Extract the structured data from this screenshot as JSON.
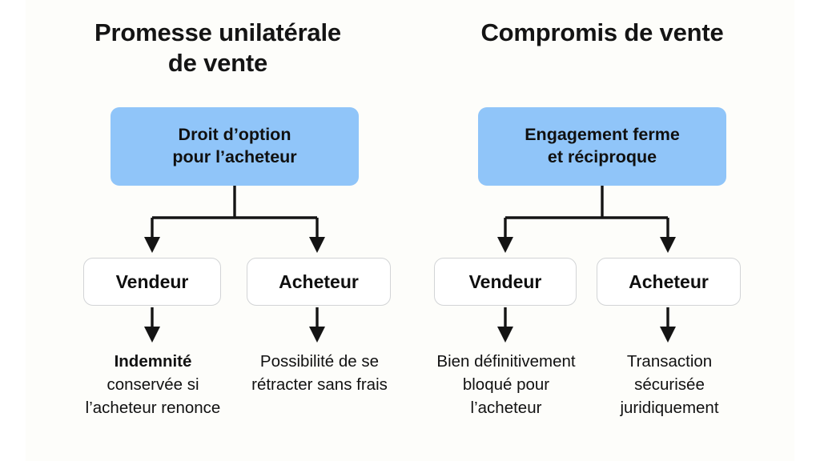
{
  "canvas": {
    "background": "#ffffff",
    "board_background": "#fdfdfa",
    "accent_blue": "#90c5f9",
    "line_color": "#141414",
    "box_border": "#d2d4d6",
    "text_color": "#111111"
  },
  "columns": [
    {
      "id": "promesse-unilaterale",
      "title": "Promesse unilatérale\nde vente",
      "title_line1": "Promesse unilatérale",
      "title_line2": "de vente",
      "root": {
        "label": "Droit d’option\npour l’acheteur",
        "line1": "Droit d’option",
        "line2": "pour l’acheteur",
        "fill": "#90c5f9"
      },
      "branches": [
        {
          "party": "Vendeur",
          "outcome_bold": "Indemnité",
          "outcome_rest": "conservée si l’acheteur renonce",
          "outcome_full": "Indemnité conservée si l’acheteur renonce"
        },
        {
          "party": "Acheteur",
          "outcome_bold": "",
          "outcome_rest": "Possibilité de se rétracter sans frais",
          "outcome_full": "Possibilité de se rétracter sans frais"
        }
      ]
    },
    {
      "id": "compromis-de-vente",
      "title": "Compromis de vente",
      "title_line1": "Compromis de vente",
      "title_line2": "",
      "root": {
        "label": "Engagement ferme\net réciproque",
        "line1": "Engagement ferme",
        "line2": "et réciproque",
        "fill": "#90c5f9"
      },
      "branches": [
        {
          "party": "Vendeur",
          "outcome_bold": "",
          "outcome_rest": "Bien définitivement bloqué pour l’acheteur",
          "outcome_full": "Bien définitivement bloqué pour l’acheteur"
        },
        {
          "party": "Acheteur",
          "outcome_bold": "",
          "outcome_rest": "Transaction sécurisée juridiquement",
          "outcome_full": "Transaction sécurisée juridiquement"
        }
      ]
    }
  ]
}
